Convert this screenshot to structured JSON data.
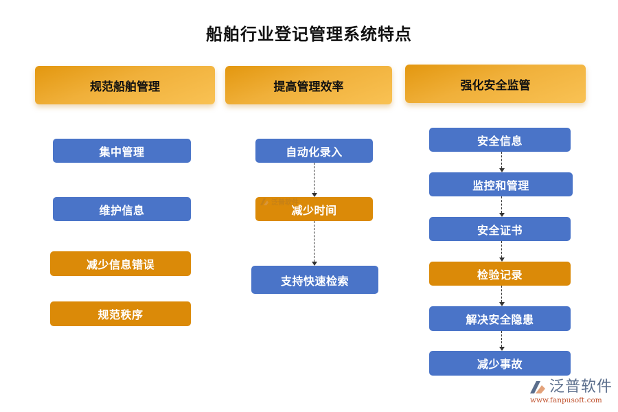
{
  "title": "船舶行业登记管理系统特点",
  "colors": {
    "blue": "#4a74c8",
    "orange": "#db8a08",
    "header_gold": "#f0b03a"
  },
  "columns": [
    {
      "header": "规范船舶管理",
      "items": [
        {
          "label": "集中管理",
          "color": "blue"
        },
        {
          "label": "维护信息",
          "color": "blue"
        },
        {
          "label": "减少信息错误",
          "color": "orange"
        },
        {
          "label": "规范秩序",
          "color": "orange"
        }
      ]
    },
    {
      "header": "提高管理效率",
      "items": [
        {
          "label": "自动化录入",
          "color": "blue"
        },
        {
          "label": "减少时间",
          "color": "orange"
        },
        {
          "label": "支持快速检索",
          "color": "blue"
        }
      ]
    },
    {
      "header": "强化安全监管",
      "items": [
        {
          "label": "安全信息",
          "color": "blue"
        },
        {
          "label": "监控和管理",
          "color": "blue"
        },
        {
          "label": "安全证书",
          "color": "blue"
        },
        {
          "label": "检验记录",
          "color": "orange"
        },
        {
          "label": "解决安全隐患",
          "color": "blue"
        },
        {
          "label": "减少事故",
          "color": "blue"
        }
      ]
    }
  ],
  "watermark": {
    "text": "泛普软件"
  },
  "brand": {
    "name": "泛普软件",
    "url": "www.fanpusoft.com",
    "logo_icon": "fanpu-logo-icon"
  }
}
